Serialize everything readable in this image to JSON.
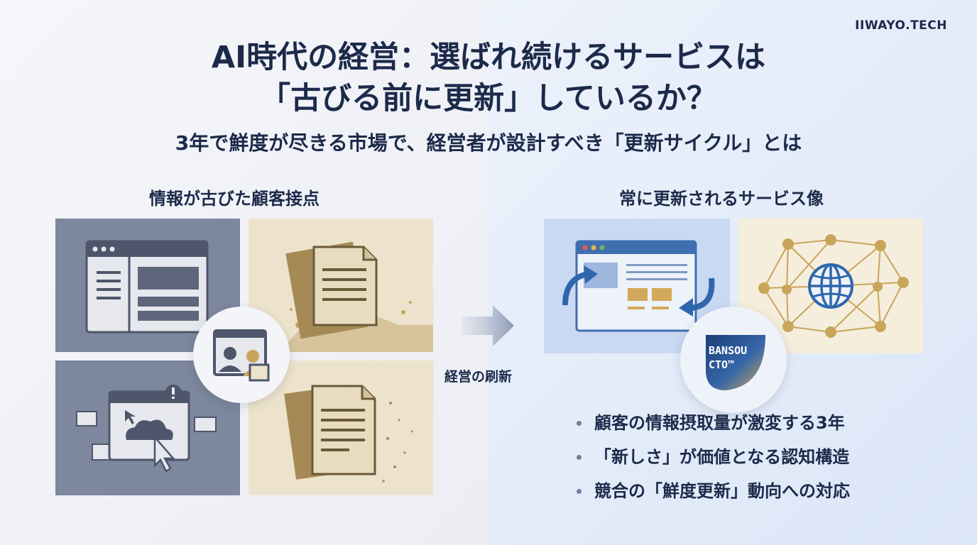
{
  "brand": "IIWAYO.TECH",
  "title": {
    "line1": "AI時代の経営：選ばれ続けるサービスは",
    "line2": "「古びる前に更新」しているか？"
  },
  "subtitle": "3年で鮮度が尽きる市場で、経営者が設計すべき「更新サイクル」とは",
  "left": {
    "heading": "情報が古びた顧客接点"
  },
  "flow": {
    "label": "経営の刷新"
  },
  "right": {
    "heading": "常に更新されるサービス像",
    "badge_line1": "BANSOU",
    "badge_line2": "CTO™",
    "bullets": [
      "顧客の情報摂取量が激変する3年",
      "「新しさ」が価値となる認知構造",
      "競合の「鮮度更新」動向への対応"
    ]
  },
  "colors": {
    "navy": "#1c2a4a",
    "slate": "#7d879d",
    "sand": "#ede3cc",
    "gold": "#c8a55a",
    "blue": "#3f6fb1",
    "light_blue": "#c9d9f1"
  },
  "icons": [
    "browser-window-icon",
    "paper-document-icon",
    "cloud-click-icon",
    "profile-photo-icon",
    "rotating-arrow-icon",
    "globe-network-icon"
  ]
}
